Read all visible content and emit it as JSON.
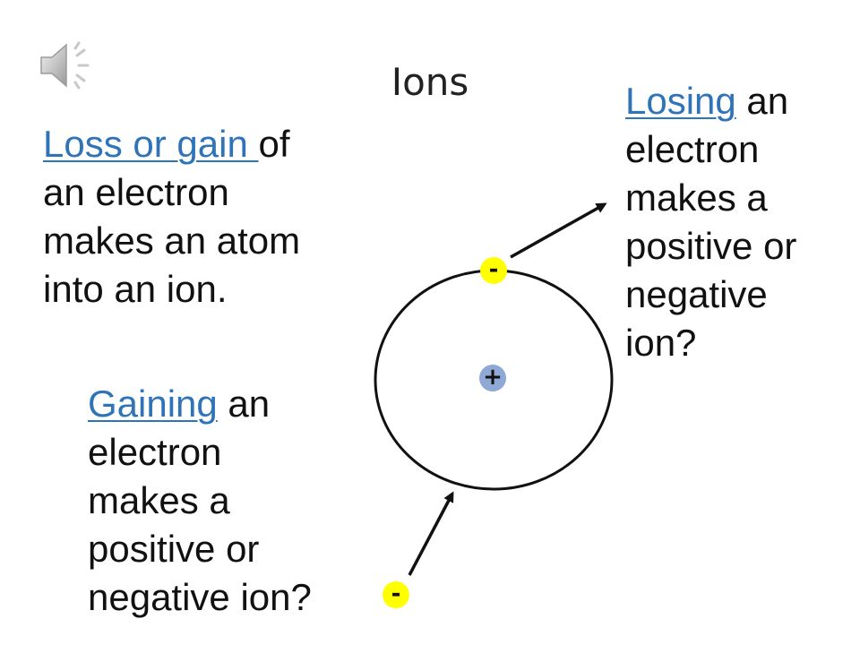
{
  "slide": {
    "title": "Ions",
    "audio_icon": "speaker-icon",
    "colors": {
      "hyperlink": "#2f73b8",
      "electron": "#ffff00",
      "nucleus": "#8fa8d6",
      "text": "#111111"
    }
  },
  "loss_block": {
    "link_text": "Loss or gain ",
    "line1_rest": "of",
    "line2": "an electron",
    "line3": "makes an atom",
    "line4": "into an ion."
  },
  "losing_block": {
    "link_text": "Losing",
    "line1_rest": " an",
    "line2": "electron",
    "line3": "makes a",
    "line4": "positive or",
    "line5": "negative",
    "line6": "ion?"
  },
  "gaining_block": {
    "link_text": "Gaining",
    "line1_rest": " an",
    "line2": "electron",
    "line3": "makes a",
    "line4": "positive or",
    "line5": "negative ion?"
  },
  "atom": {
    "electron_top_symbol": "-",
    "electron_bottom_symbol": "-",
    "nucleus_symbol": "+"
  }
}
